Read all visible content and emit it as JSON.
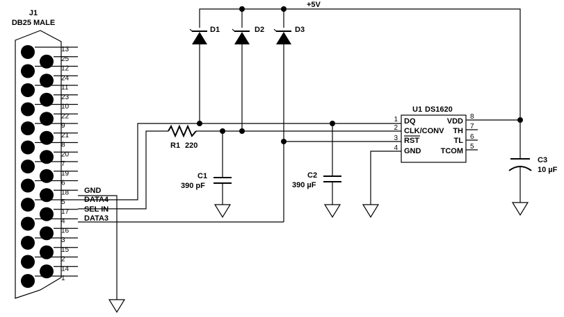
{
  "connector": {
    "ref": "J1",
    "name": "DB25 MALE",
    "pins_top": [
      "13",
      "12",
      "11",
      "10",
      "9",
      "8",
      "7",
      "6",
      "5",
      "4",
      "3",
      "2",
      "1"
    ],
    "pins_bottom": [
      "25",
      "24",
      "23",
      "22",
      "21",
      "20",
      "19",
      "18",
      "17",
      "16",
      "15",
      "14"
    ]
  },
  "net_labels": {
    "gnd": "GND",
    "data4": "DATA4",
    "sel_in": "SEL IN",
    "data3": "DATA3",
    "vcc": "+5V"
  },
  "diodes": [
    {
      "ref": "D1"
    },
    {
      "ref": "D2"
    },
    {
      "ref": "D3"
    }
  ],
  "resistor": {
    "ref": "R1",
    "value": "220"
  },
  "capacitors": [
    {
      "ref": "C1",
      "value": "390 pF"
    },
    {
      "ref": "C2",
      "value": "390 µF"
    },
    {
      "ref": "C3",
      "value": "10 µF"
    }
  ],
  "ic": {
    "ref": "U1",
    "part": "DS1620",
    "left_pins": [
      {
        "num": "1",
        "name": "DQ"
      },
      {
        "num": "2",
        "name": "CLK/CONV"
      },
      {
        "num": "3",
        "name": "RST"
      },
      {
        "num": "4",
        "name": "GND"
      }
    ],
    "right_pins": [
      {
        "num": "8",
        "name": "VDD"
      },
      {
        "num": "7",
        "name": "TH"
      },
      {
        "num": "6",
        "name": "TL"
      },
      {
        "num": "5",
        "name": "TCOM"
      }
    ]
  }
}
